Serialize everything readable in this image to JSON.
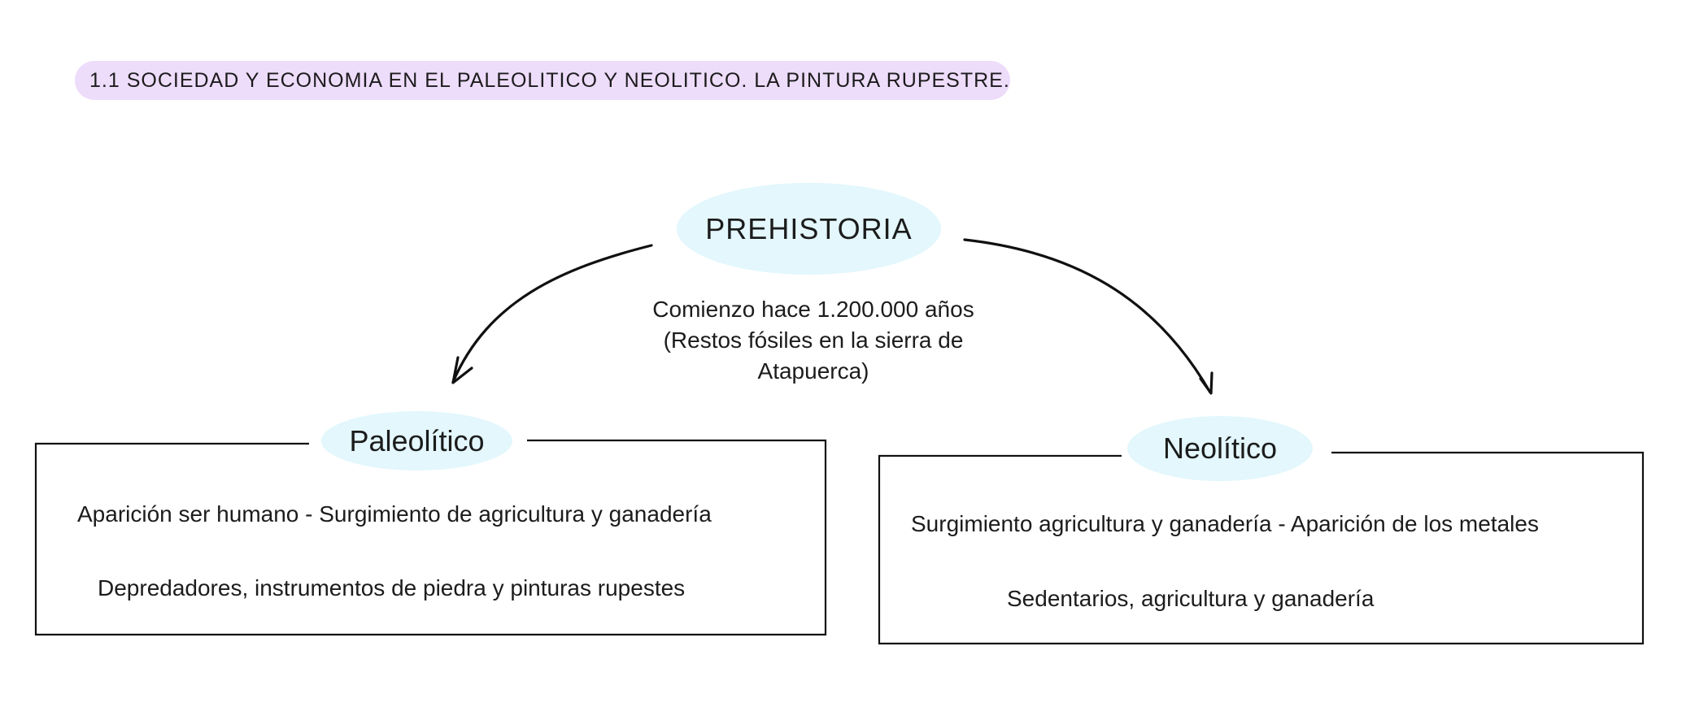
{
  "header": {
    "title": "1.1 SOCIEDAD Y ECONOMIA EN EL PALEOLITICO Y NEOLITICO. LA PINTURA RUPESTRE."
  },
  "diagram": {
    "root": {
      "label": "PREHISTORIA",
      "note": "Comienzo hace 1.200.000 años (Restos fósiles en la sierra de Atapuerca)"
    },
    "paleolitico": {
      "label": "Paleolítico",
      "lines": [
        "Aparición ser humano - Surgimiento de agricultura y ganadería",
        "Depredadores, instrumentos de piedra y pinturas rupestes"
      ]
    },
    "neolitico": {
      "label": "Neolítico",
      "lines": [
        "Surgimiento agricultura y ganadería - Aparición de los metales",
        "Sedentarios, agricultura y ganadería"
      ]
    }
  },
  "colors": {
    "title_pill": "#eedcfb",
    "ellipse_fill": "#e3f7fc",
    "line": "#111111",
    "text": "#1c1c1c"
  }
}
